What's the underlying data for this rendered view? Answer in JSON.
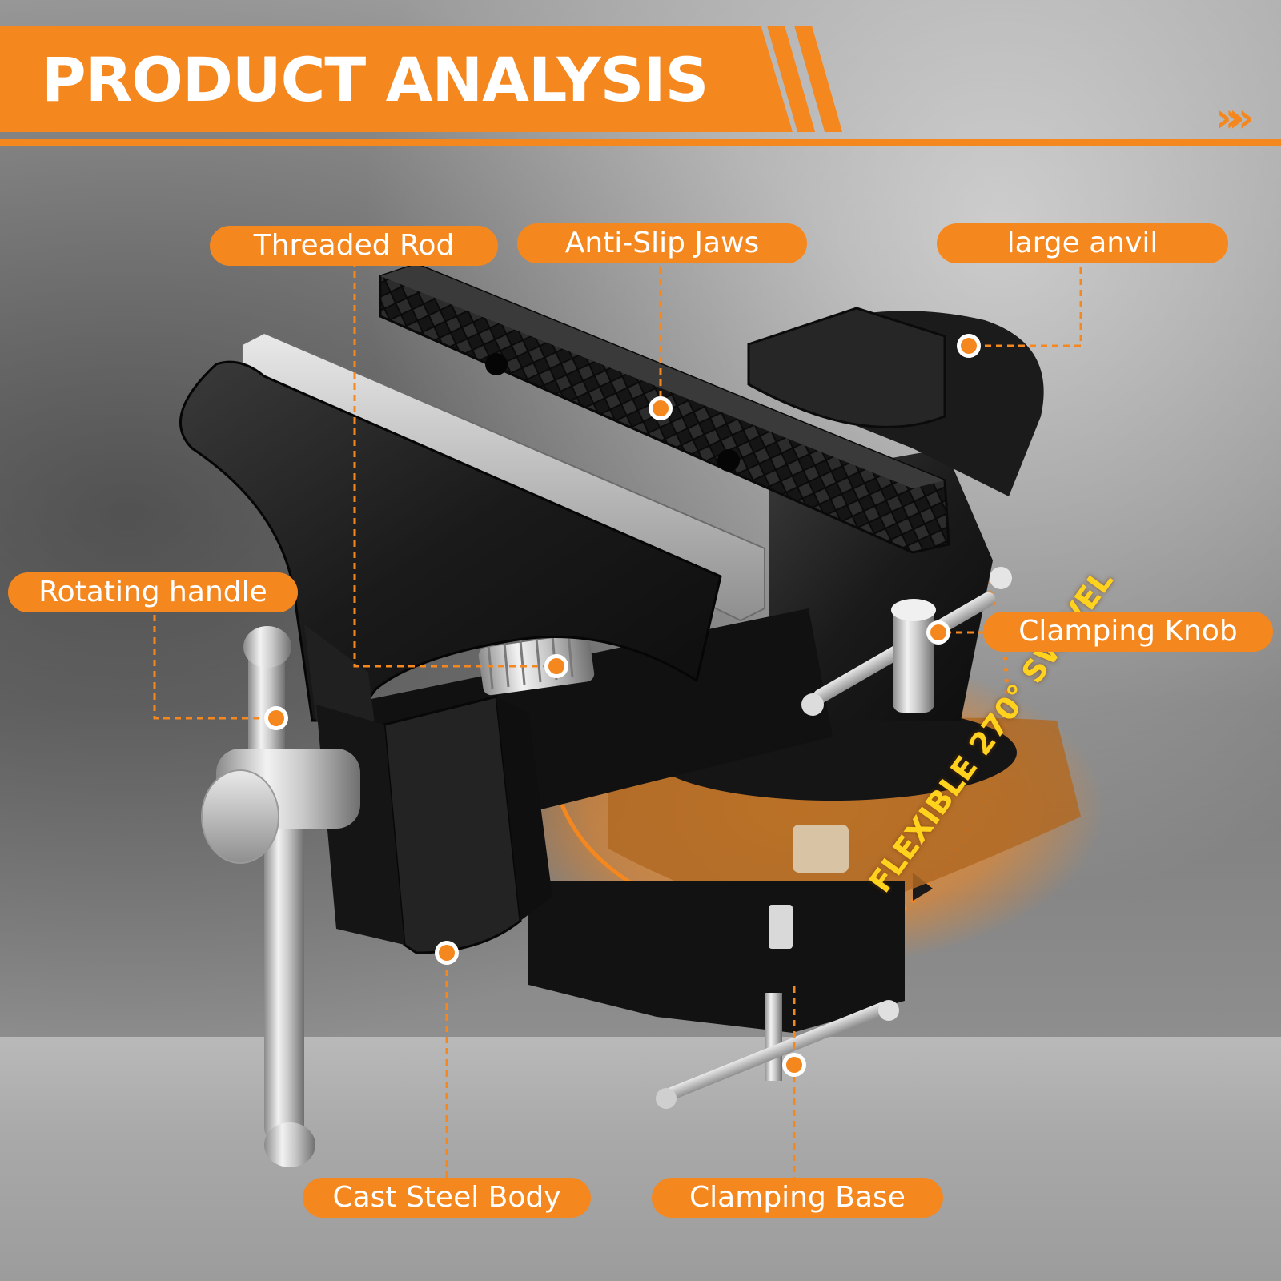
{
  "header": {
    "title": "PRODUCT ANALYSIS"
  },
  "callouts": {
    "threaded_rod": "Threaded Rod",
    "anti_slip_jaws": "Anti-Slip Jaws",
    "large_anvil": "large anvil",
    "rotating_handle": "Rotating handle",
    "clamping_knob": "Clamping Knob",
    "cast_steel_body": "Cast Steel Body",
    "clamping_base": "Clamping Base"
  },
  "swivel_label": "FLEXIBLE 270° SWIVEL",
  "colors": {
    "accent": "#f5871f",
    "swivel_text": "#ffd21e",
    "vise_body": "#1c1c1c",
    "chrome": "#d8d8d8"
  },
  "icons": [
    "chevron-right-icon",
    "callout-dot-icon"
  ]
}
